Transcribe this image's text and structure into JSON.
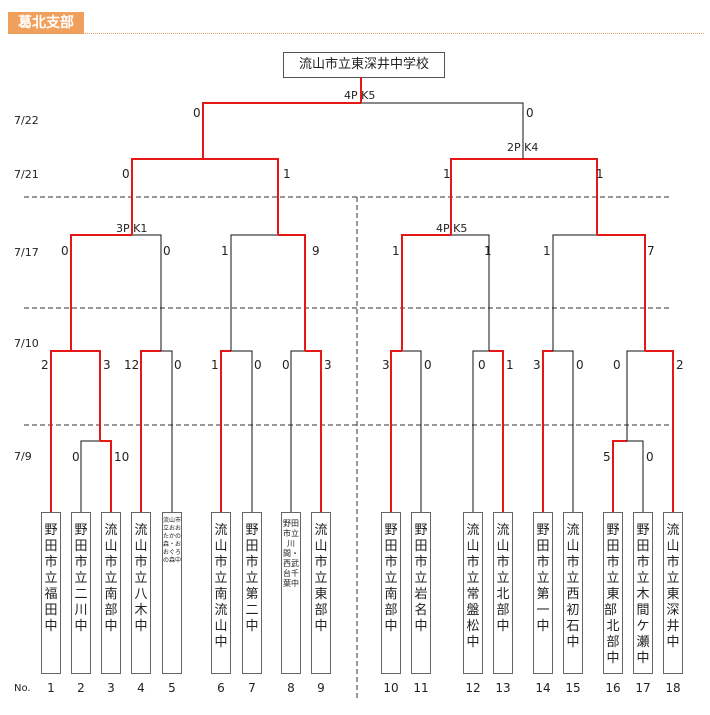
{
  "section_title": "葛北支部",
  "champion": "流山市立東深井中学校",
  "no_label": "No.",
  "dates": [
    "7/22",
    "7/21",
    "7/17",
    "7/10",
    "7/9"
  ],
  "teams": [
    {
      "no": "1",
      "name": "野田市立福田中"
    },
    {
      "no": "2",
      "name": "野田市立二川中"
    },
    {
      "no": "3",
      "name": "流山市立南部中"
    },
    {
      "no": "4",
      "name": "流山市立八木中"
    },
    {
      "no": "5",
      "name": "流山市立おおたかの森・おおぐろの森中"
    },
    {
      "no": "6",
      "name": "流山市立南流山中"
    },
    {
      "no": "7",
      "name": "野田市立第二中"
    },
    {
      "no": "8",
      "name": "野田市立川間・西武台千葉中"
    },
    {
      "no": "9",
      "name": "流山市立東部中"
    },
    {
      "no": "10",
      "name": "野田市立南部中"
    },
    {
      "no": "11",
      "name": "野田市立岩名中"
    },
    {
      "no": "12",
      "name": "流山市立常盤松中"
    },
    {
      "no": "13",
      "name": "流山市立北部中"
    },
    {
      "no": "14",
      "name": "野田市立第一中"
    },
    {
      "no": "15",
      "name": "流山市立西初石中"
    },
    {
      "no": "16",
      "name": "野田市立東部・北部中"
    },
    {
      "no": "17",
      "name": "野田市立木間ケ瀬中"
    },
    {
      "no": "18",
      "name": "流山市立東深井中"
    }
  ],
  "scores": {
    "r0": [
      "0",
      "10",
      "5",
      "0"
    ],
    "r1": [
      "2",
      "3",
      "12",
      "0",
      "1",
      "0",
      "0",
      "3",
      "3",
      "0",
      "0",
      "1",
      "3",
      "0",
      "0",
      "2"
    ],
    "r2": [
      "0",
      "0",
      "1",
      "9",
      "1",
      "1",
      "1",
      "7"
    ],
    "r3": [
      "0",
      "1",
      "1",
      "1"
    ],
    "r4": [
      "0",
      "0"
    ]
  },
  "notes": {
    "pk_r2_left": "3P K1",
    "pk_r2_right": "4P K5",
    "pk_r3_right": "2P K4",
    "pk_final": "4P K5"
  }
}
